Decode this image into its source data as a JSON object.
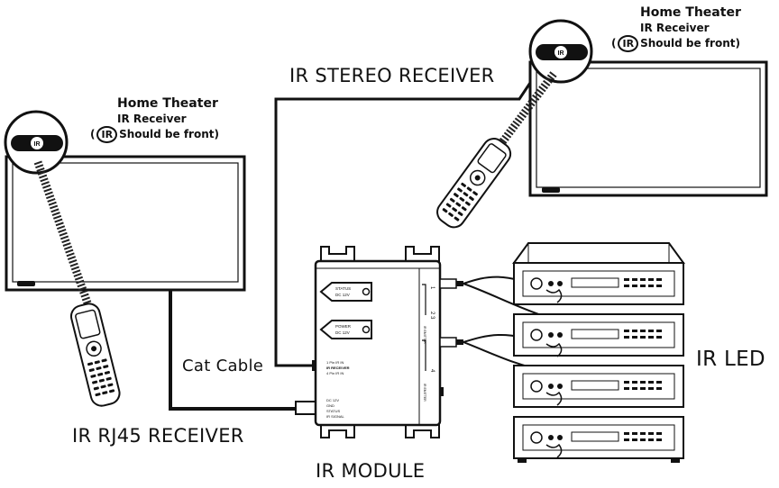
{
  "labels": {
    "ir_stereo_receiver": "IR STEREO RECEIVER",
    "cat_cable": "Cat Cable",
    "ir_rj45_receiver": "IR RJ45 RECEIVER",
    "ir_module": "IR MODULE",
    "ir_led": "IR LED"
  },
  "left_tv": {
    "title": "Home Theater",
    "line1": "IR Receiver",
    "ir_mark": "IR",
    "line2": "Should be front)",
    "paren": "(",
    "badge": "IR"
  },
  "right_tv": {
    "title": "Home Theater",
    "line1": "IR Receiver",
    "ir_mark": "IR",
    "line2": "Should be front)",
    "paren": "(",
    "badge": "IR"
  },
  "module": {
    "status": "STATUS",
    "status_v": "DC 12V",
    "power": "POWER",
    "power_v": "DC 12V",
    "ch_top": "1",
    "ch_mid": "2 3",
    "ch_bot": "4",
    "port_desc1": "1 Pin IR IN",
    "port_desc2": "IR RECEIVER",
    "port_desc3": "4 Pin IR IN",
    "pins1": "DC 12V",
    "pins2": "GND",
    "pins3": "STATUS",
    "pins4": "IR SIGNAL",
    "side1": "IR EMITTER",
    "side2": "IR EMITTER"
  }
}
